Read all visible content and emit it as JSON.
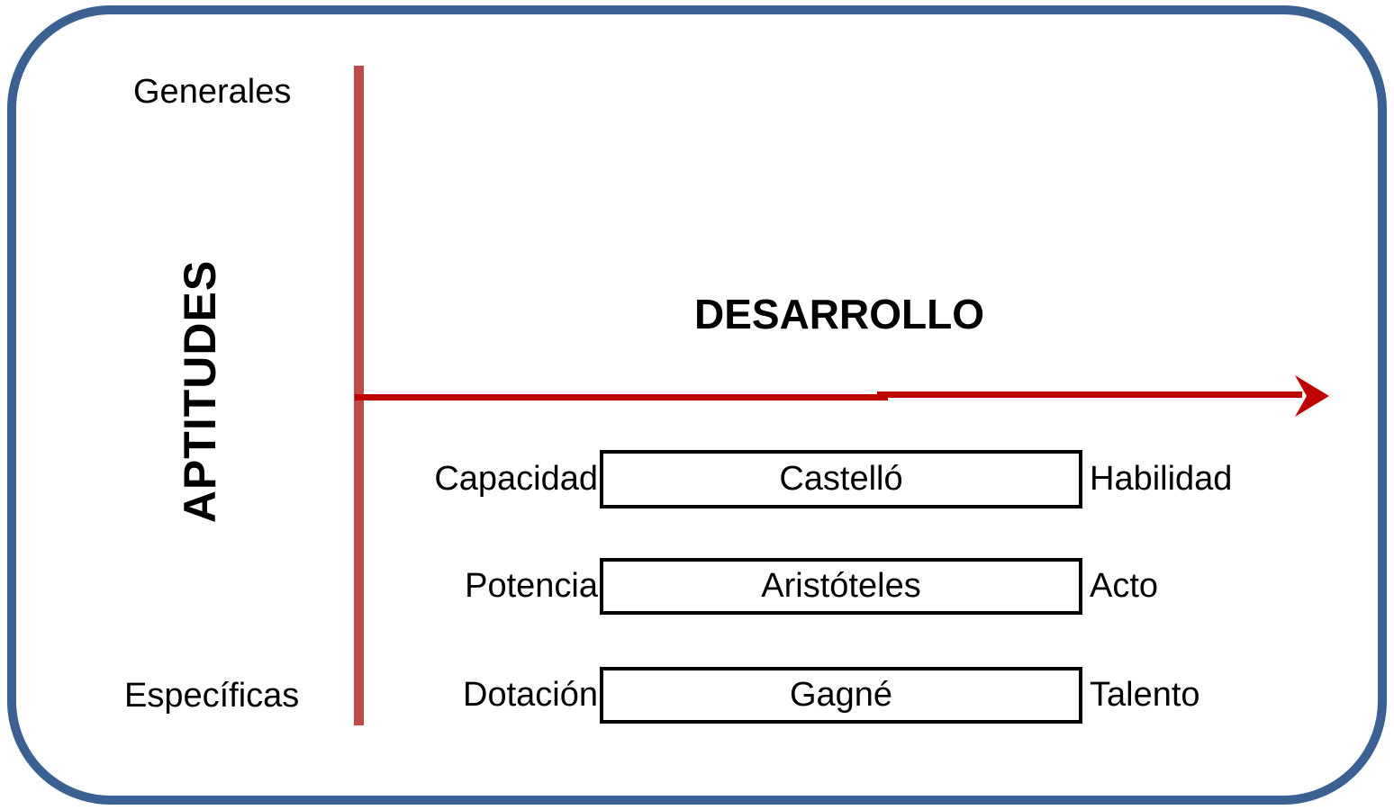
{
  "diagram": {
    "axes": {
      "y_top_label": "Generales",
      "y_bottom_label": "Específicas",
      "y_axis_title": "APTITUDES",
      "x_axis_title": "DESARROLLO"
    },
    "rows": [
      {
        "left_label": "Capacidad",
        "box_label": "Castelló",
        "right_label": "Habilidad"
      },
      {
        "left_label": "Potencia",
        "box_label": "Aristóteles",
        "right_label": "Acto"
      },
      {
        "left_label": "Dotación",
        "box_label": "Gagné",
        "right_label": "Talento"
      }
    ],
    "colors": {
      "border": "#3A6191",
      "vertical_line": "#BE4B48",
      "arrow": "#C00000",
      "box_border": "#000000",
      "text": "#000000",
      "background": "#FFFFFF"
    }
  }
}
